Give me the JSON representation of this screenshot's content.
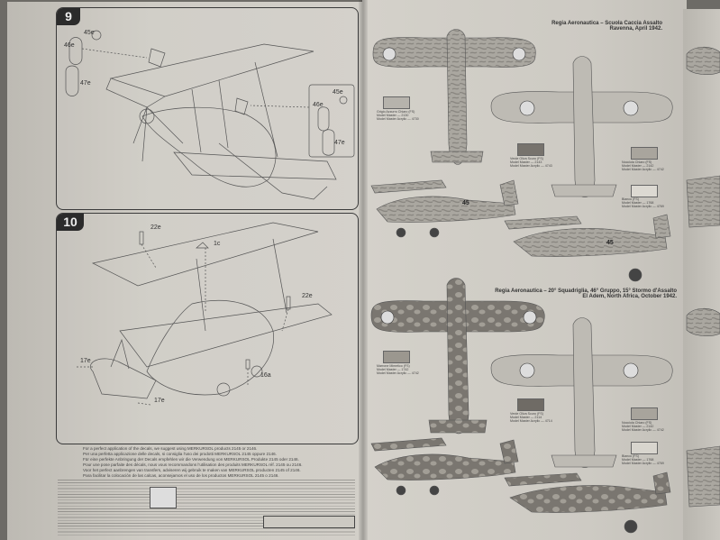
{
  "steps": [
    {
      "number": "9",
      "callouts": [
        "45e",
        "46e",
        "47e",
        "45e",
        "46e",
        "47e"
      ]
    },
    {
      "number": "10",
      "callouts": [
        "22e",
        "1c",
        "22e",
        "16a",
        "17e",
        "17e"
      ]
    }
  ],
  "notes": [
    "For a perfect application of the decals, we suggest using MERKURSOL products 2145 or 2146.",
    "Per una perfetta applicazione delle decals, si consiglia l'uso dei prodotti MERKURSOL 2145 oppure 2146.",
    "Für eine perfekte Anbringung der Decals empfehlen wir die Verwendung von MERKURSOL Produkte 2145 oder 2146.",
    "Pour une pose parfaite des décals, nous vous recommandons l'utilisation des produits MERKURSOL réf. 2145 ou 2146.",
    "Voor het perfect aanbrengen van transfers, adviseren wij gebruik te maken van MERKURSOL producten 2145 of 2146.",
    "Para facilitar la colocación de las calcas, aconsejamos el uso de los productos MERKURSOL 2145 o 2146."
  ],
  "schemes": [
    {
      "title_line1": "Regia Aeronautica – Scuola Caccia Assalto",
      "title_line2": "Ravenna, April 1942.",
      "fuselage_code": "45",
      "color_chips": [
        {
          "label1": "Grigio Azzurro Chiaro (FS)",
          "label2": "Model Master — 2130",
          "label3": "Model Master Acrylic — 4730",
          "hex": "#b6b3ac"
        },
        {
          "label1": "Verde Oliva Scuro (FS)",
          "label2": "Model Master — 2143",
          "label3": "Model Master Acrylic — 4743",
          "hex": "#77736d"
        },
        {
          "label1": "Nocciola Chiaro (FS)",
          "label2": "Model Master — 2142",
          "label3": "Model Master Acrylic — 4742",
          "hex": "#a9a59d"
        },
        {
          "label1": "Bianco (FS)",
          "label2": "Model Master — 1768",
          "label3": "Model Master Acrylic — 4769",
          "hex": "#dcd9d2"
        }
      ]
    },
    {
      "title_line1": "Regia Aeronautica – 20° Squadriglia, 46° Gruppo, 15° Stormo d'Assalto",
      "title_line2": "El Adem, North Africa, October 1942.",
      "fuselage_code": "",
      "color_chips": [
        {
          "label1": "Marrone Mimetico (FS)",
          "label2": "Model Master — 1742",
          "label3": "Model Master Acrylic — 4742",
          "hex": "#9b978f"
        },
        {
          "label1": "Verde Oliva Scuro (FS)",
          "label2": "Model Master — 2114",
          "label3": "Model Master Acrylic — 4714",
          "hex": "#6f6b65"
        },
        {
          "label1": "Nocciola Chiaro (FS)",
          "label2": "Model Master — 2142",
          "label3": "Model Master Acrylic — 4742",
          "hex": "#a8a49c"
        },
        {
          "label1": "Bianco (FS)",
          "label2": "Model Master — 1768",
          "label3": "Model Master Acrylic — 4769",
          "hex": "#d8d5ce"
        }
      ]
    }
  ]
}
